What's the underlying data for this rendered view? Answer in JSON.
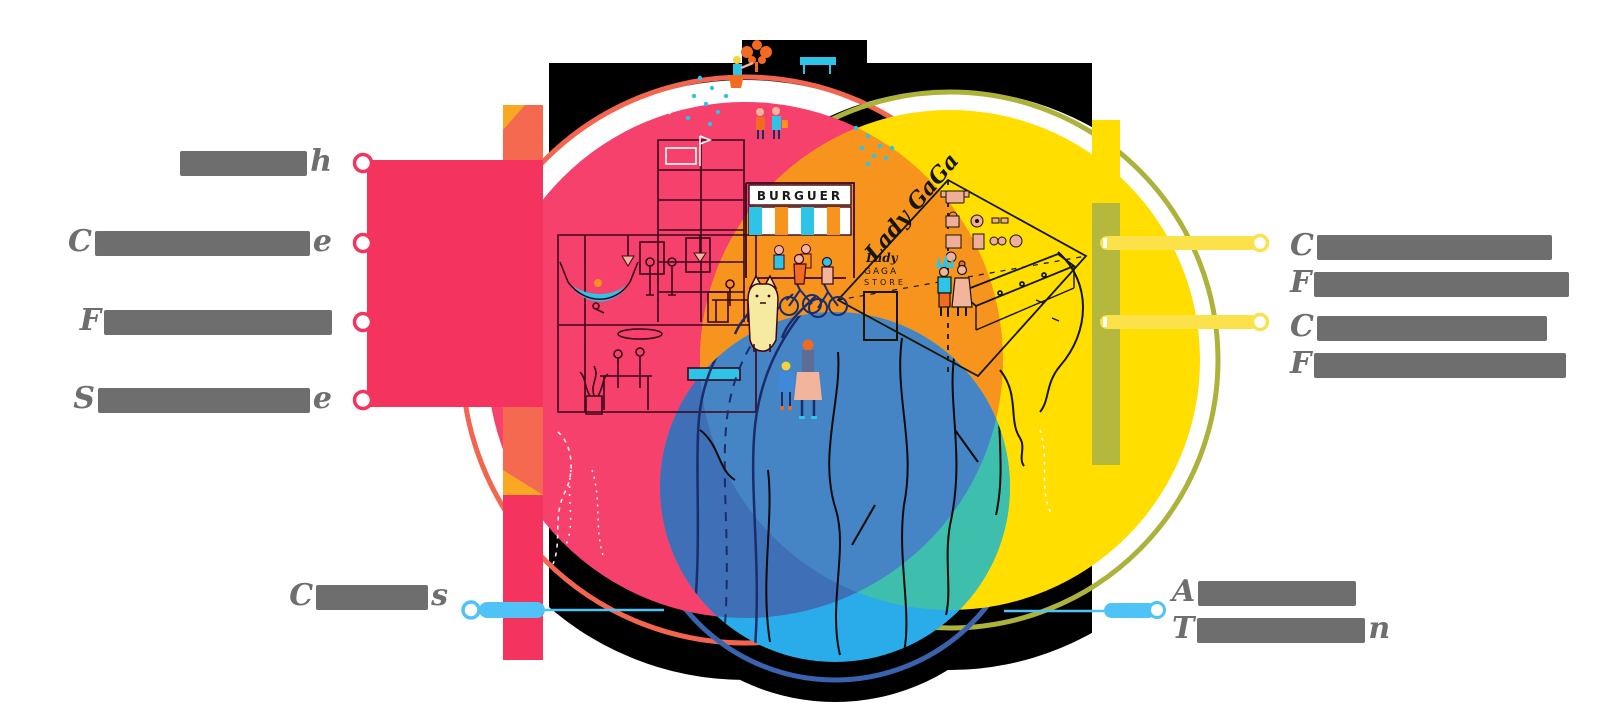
{
  "figure": {
    "type": "venn-illustration",
    "note_visible_texts_only": true,
    "circles": [
      {
        "name": "pink",
        "fill": "#F6416C",
        "outline_arc": "#F2654E"
      },
      {
        "name": "yellow",
        "fill": "#FFDE00",
        "outline_arc": "#ADB23B"
      },
      {
        "name": "blue",
        "fill": "#29ACE9",
        "outline_arc": "#3A63AF"
      }
    ],
    "overlaps": {
      "pink_yellow": "#F7941E",
      "pink_blue": "#3E6FB7",
      "yellow_blue": "#3EBFAE",
      "center": "#4584C5"
    },
    "backdrop": "#000000",
    "accents": {
      "left_panel": "#F4335F",
      "left_strip_coral": "#F4694F",
      "left_strip_orange": "#F8A823",
      "right_strip_yellow": "#FFDE00",
      "right_strip_olive": "#B4B83D",
      "connector_blue": "#4FC3F7",
      "connector_yellow": "#FBE14A",
      "connector_pink": "#F4335F",
      "label_gray": "#6E6E6E"
    }
  },
  "illustration": {
    "burguer_sign": "BURGUER",
    "store_script": "Lady GaGa",
    "store_sign": [
      "Lady",
      "GAGA",
      "STORE"
    ]
  },
  "labels": {
    "redacted": true,
    "left": [
      {
        "lead": "",
        "trail": "h",
        "bar": "127px"
      },
      {
        "lead": "C",
        "trail": "e",
        "bar": "215px"
      },
      {
        "lead": "F",
        "trail": "",
        "bar": "228px"
      },
      {
        "lead": "S",
        "trail": "e",
        "bar": "212px"
      }
    ],
    "right": [
      {
        "lines": [
          {
            "lead": "C",
            "trail": "",
            "bar": "235px"
          },
          {
            "lead": "F",
            "trail": "",
            "bar": "255px"
          }
        ]
      },
      {
        "lines": [
          {
            "lead": "C",
            "trail": "",
            "bar": "230px"
          },
          {
            "lead": "F",
            "trail": "",
            "bar": "252px"
          }
        ]
      }
    ],
    "bottom_left": {
      "lead": "C",
      "trail": "s",
      "bar": "112px"
    },
    "bottom_right": {
      "lines": [
        {
          "lead": "A",
          "trail": "",
          "bar": "158px"
        },
        {
          "lead": "T",
          "trail": "n",
          "bar": "168px"
        }
      ]
    }
  }
}
